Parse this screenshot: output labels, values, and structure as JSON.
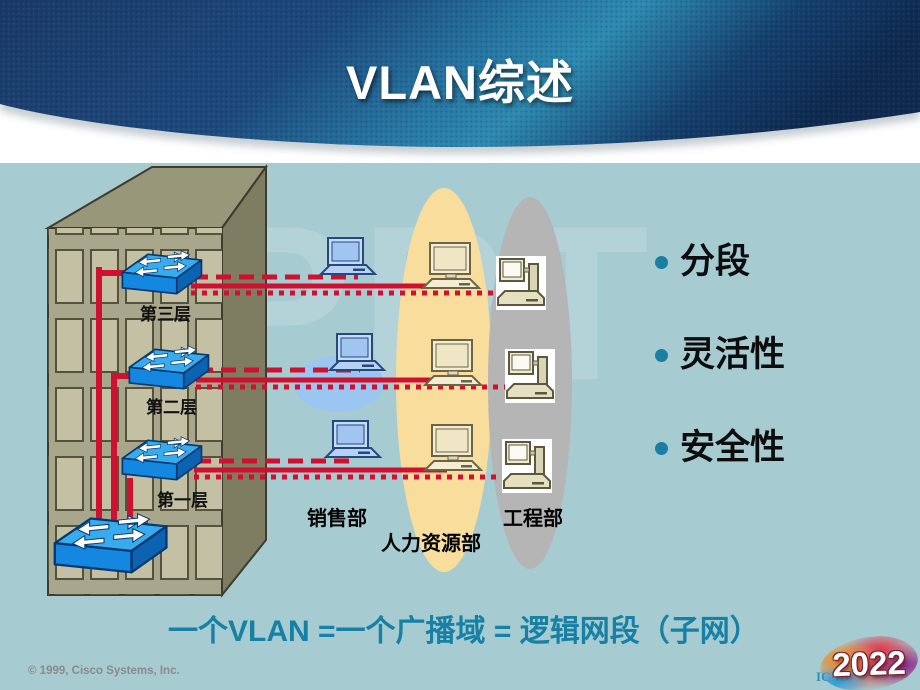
{
  "slide": {
    "title": "VLAN综述",
    "watermark": "PPT",
    "diagram": {
      "floor_labels": [
        "第三层",
        "第二层",
        "第一层"
      ],
      "departments": [
        "销售部",
        "人力资源部",
        "工程部"
      ]
    },
    "bullets": [
      "分段",
      "灵活性",
      "安全性"
    ],
    "statement": "一个VLAN =一个广播域 = 逻辑网段（子网）",
    "footer": {
      "copyright": "© 1999, Cisco Systems, Inc.",
      "course_code": "ICND",
      "badge_year": "2022"
    },
    "colors": {
      "header_navy": "#1a3a69",
      "header_teal": "#2d89b0",
      "content_bg": "#a6cbd1",
      "accent_red": "#cf1030",
      "bullet_teal": "#1a7fa3",
      "statement_teal": "#1780a5",
      "ellipse_yellow": "#f8dd9d",
      "ellipse_gray": "#b5b5b5",
      "ellipse_blue": "#9cc6f2",
      "switch_blue": "#1488e0",
      "building_face": "#a8a78c"
    }
  }
}
